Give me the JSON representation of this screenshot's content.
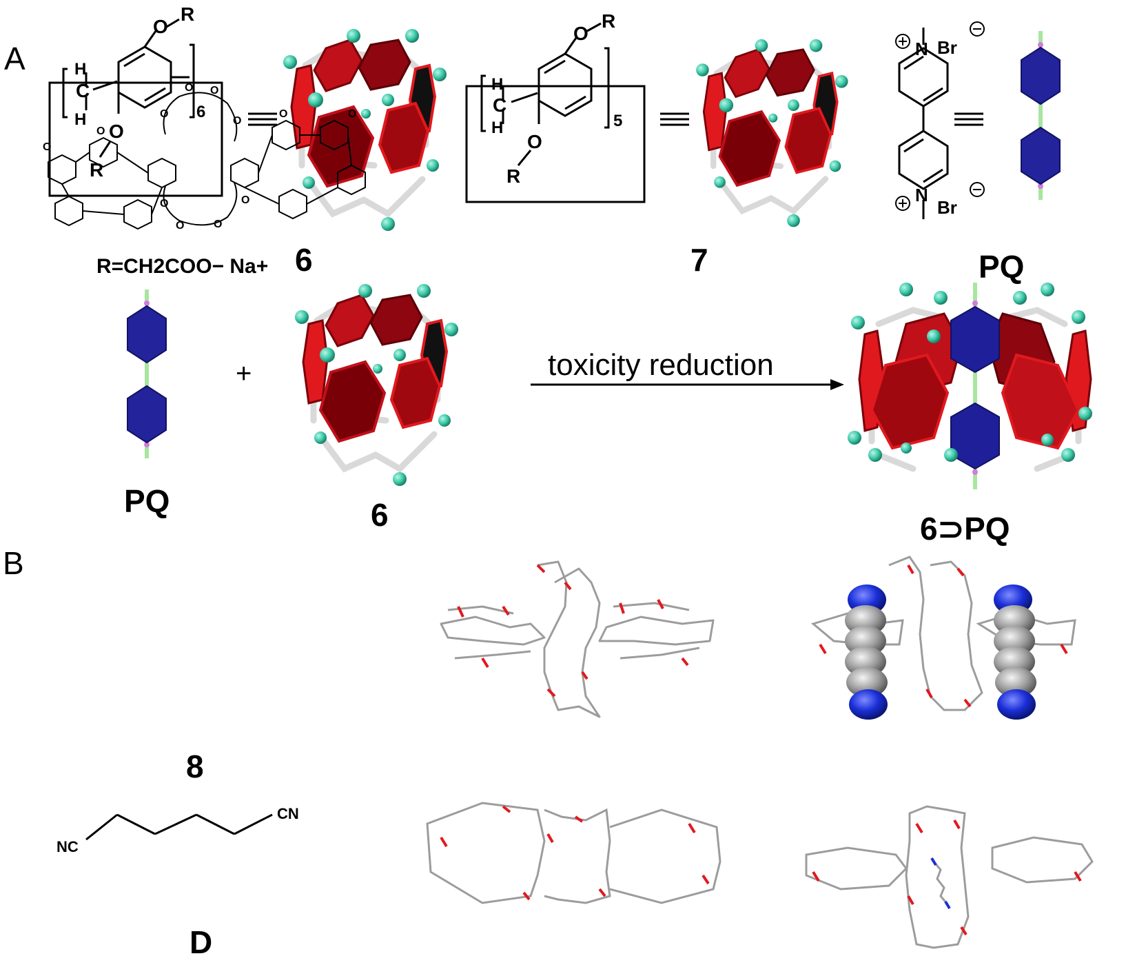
{
  "panels": {
    "a": "A",
    "b": "B"
  },
  "compounds": {
    "c6_top": "6",
    "c7": "7",
    "pq_top": "PQ",
    "pq_bottom": "PQ",
    "c6_bottom": "6",
    "complex": "6⊃PQ",
    "c8": "8",
    "cD": "D"
  },
  "r_group": "R=CH2COO− Na+",
  "arrow_label": "toxicity reduction",
  "plus": "+",
  "equiv": "≡",
  "subscripts": {
    "ring6": "6",
    "ring5": "5"
  },
  "atoms": {
    "O": "O",
    "R": "R",
    "H": "H",
    "C": "C",
    "N": "N",
    "Br": "Br",
    "NC": "NC",
    "CN": "CN"
  },
  "colors": {
    "pillar_red": "#c0101a",
    "pillar_dark": "#6e0008",
    "ball_teal": "#3cc9a8",
    "guest_blue": "#1f1f9a",
    "bond_grey": "#cfcfcf",
    "oxygen_red": "#e0191e",
    "nitrogen_blue": "#1b2fd8"
  }
}
